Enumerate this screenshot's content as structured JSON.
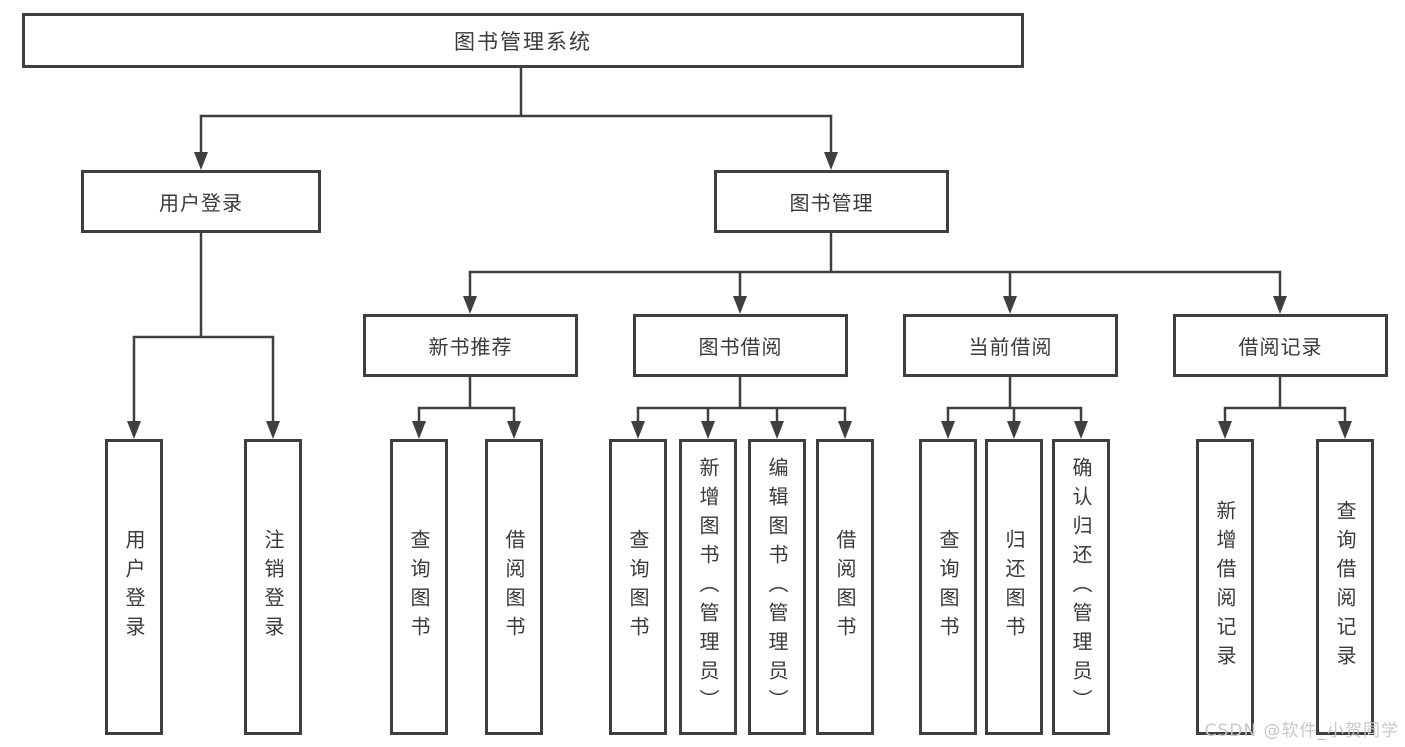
{
  "diagram": {
    "root": {
      "label": "图书管理系统"
    },
    "level2": [
      {
        "id": "user-login",
        "label": "用户登录"
      },
      {
        "id": "book-management",
        "label": "图书管理"
      }
    ],
    "level3": [
      {
        "id": "new-book-recommend",
        "label": "新书推荐"
      },
      {
        "id": "book-borrowing",
        "label": "图书借阅"
      },
      {
        "id": "current-borrowing",
        "label": "当前借阅"
      },
      {
        "id": "borrowing-records",
        "label": "借阅记录"
      }
    ],
    "leaves": [
      {
        "id": "user-login-leaf",
        "label": "用户登录"
      },
      {
        "id": "logout",
        "label": "注销登录"
      },
      {
        "id": "query-books-1",
        "label": "查询图书"
      },
      {
        "id": "borrow-books-1",
        "label": "借阅图书"
      },
      {
        "id": "query-books-2",
        "label": "查询图书"
      },
      {
        "id": "add-books-admin",
        "label": "新增图书（管理员）"
      },
      {
        "id": "edit-books-admin",
        "label": "编辑图书（管理员）"
      },
      {
        "id": "borrow-books-2",
        "label": "借阅图书"
      },
      {
        "id": "query-books-3",
        "label": "查询图书"
      },
      {
        "id": "return-books",
        "label": "归还图书"
      },
      {
        "id": "confirm-return-admin",
        "label": "确认归还（管理员）"
      },
      {
        "id": "add-borrow-record",
        "label": "新增借阅记录"
      },
      {
        "id": "query-borrow-record",
        "label": "查询借阅记录"
      }
    ]
  },
  "watermark": {
    "text": "CSDN @软件_小贺同学"
  },
  "colors": {
    "line": "#3f3f3f",
    "text": "#3a3a3a",
    "background": "#ffffff",
    "watermark": "#c8c8c8"
  }
}
